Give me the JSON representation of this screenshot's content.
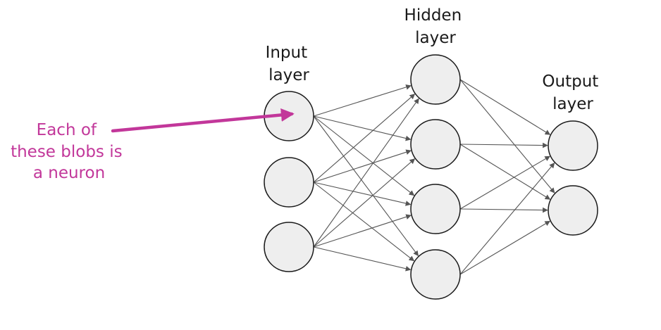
{
  "layers": [
    {
      "id": "input",
      "label_lines": [
        "Input",
        "layer"
      ],
      "neurons": 3
    },
    {
      "id": "hidden",
      "label_lines": [
        "Hidden",
        "layer"
      ],
      "neurons": 4
    },
    {
      "id": "output",
      "label_lines": [
        "Output",
        "layer"
      ],
      "neurons": 2
    }
  ],
  "annotation": {
    "lines": [
      "Each of",
      "these blobs is",
      "a neuron"
    ],
    "color": "#c2379a"
  },
  "colors": {
    "neuron_fill": "#eeeeee",
    "neuron_stroke": "#1a1a1a",
    "connection": "#555555",
    "text": "#1a1a1a"
  }
}
